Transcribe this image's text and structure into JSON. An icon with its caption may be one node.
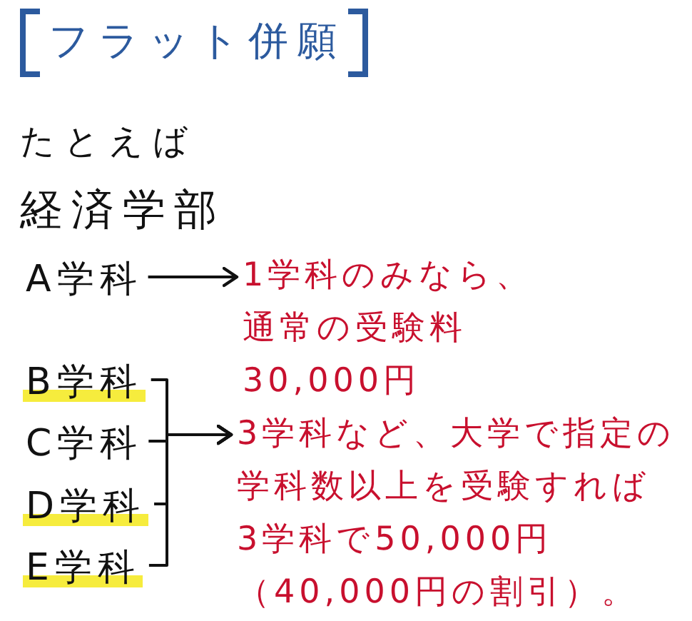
{
  "diagram": {
    "title": "フラット併願",
    "nodes": [
      {
        "text": [
          "A学科"
        ]
      },
      {
        "text": [
          "B学科"
        ]
      },
      {
        "text": [
          "C学科"
        ]
      },
      {
        "text": [
          "D学科"
        ]
      },
      {
        "text": [
          "E学科"
        ]
      },
      {
        "text": [
          "1学科のみなら、通常の受験料30,000円"
        ]
      },
      {
        "text": [
          "3学科など、大学で指定の学科数以上を受験すれば3学科で50,000円（40,000円の割引）。"
        ]
      }
    ],
    "edges": [
      {
        "from": 0,
        "to": 5,
        "arrow": "to"
      },
      {
        "from": 1,
        "to": 6,
        "arrow": "to"
      },
      {
        "from": 2,
        "to": 6,
        "arrow": "to"
      },
      {
        "from": 3,
        "to": 6,
        "arrow": "to"
      },
      {
        "from": 4,
        "to": 6,
        "arrow": "to"
      }
    ],
    "labels": [
      "たとえば",
      "経済学部"
    ]
  }
}
